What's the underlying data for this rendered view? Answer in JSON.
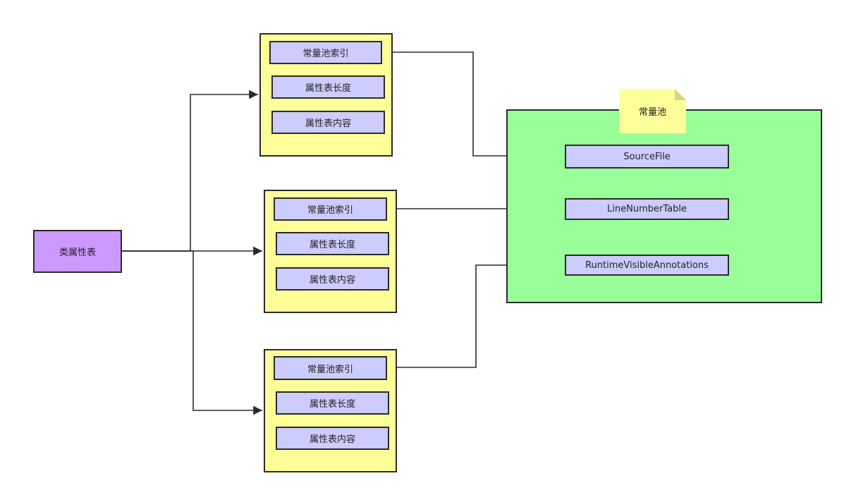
{
  "colors": {
    "root_fill": "#cc99ff",
    "group_fill": "#ffff99",
    "field_fill": "#ccccff",
    "pool_fill": "#99ff99",
    "note_fill": "#ffff99",
    "note_fold": "#d6d680",
    "stroke": "#2b2b2b"
  },
  "root": {
    "label": "类属性表"
  },
  "attributes": [
    {
      "index_label": "常量池索引",
      "length_label": "属性表长度",
      "content_label": "属性表内容"
    },
    {
      "index_label": "常量池索引",
      "length_label": "属性表长度",
      "content_label": "属性表内容"
    },
    {
      "index_label": "常量池索引",
      "length_label": "属性表长度",
      "content_label": "属性表内容"
    }
  ],
  "constant_pool": {
    "title": "常量池",
    "entries": [
      {
        "label": "SourceFile"
      },
      {
        "label": "LineNumberTable"
      },
      {
        "label": "RuntimeVisibleAnnotations"
      }
    ]
  }
}
